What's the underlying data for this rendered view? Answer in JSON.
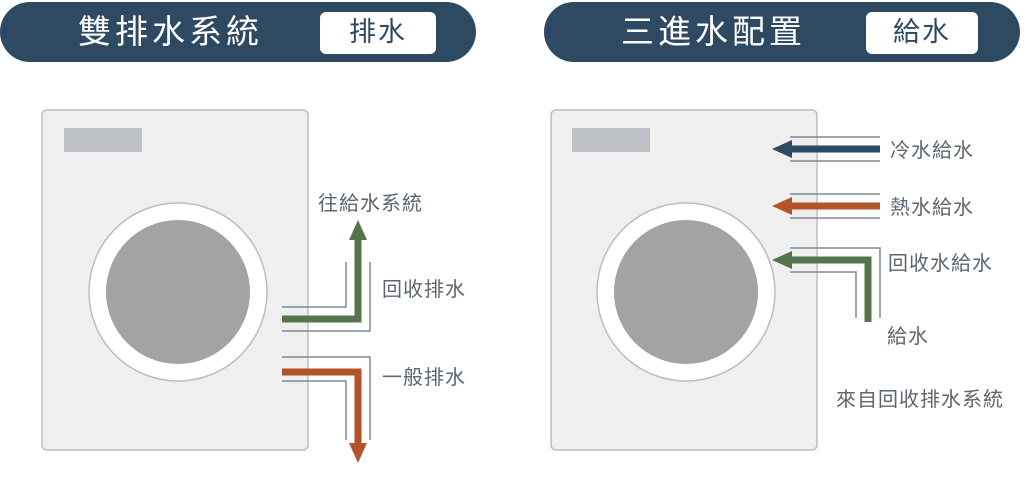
{
  "colors": {
    "header_bg": "#2e4a62",
    "machine_fill": "#efefef",
    "machine_stroke": "#bdbdbd",
    "panel": "#bcbfc3",
    "drum": "#a3a3a3",
    "pipe": "#7f8894",
    "label": "#5d6670",
    "green": "#56744b",
    "orange": "#b3532a",
    "navy": "#2e4a62"
  },
  "left": {
    "title": "雙排水系統",
    "tag": "排水",
    "labels": {
      "to_supply": "往給水系統",
      "recycled_drain": "回收排水",
      "general_drain": "一般排水"
    }
  },
  "right": {
    "title": "三進水配置",
    "tag": "給水",
    "labels": {
      "cold": "冷水給水",
      "hot": "熱水給水",
      "recycled": "回收水給水",
      "supply": "給水",
      "from_recycle": "來自回收排水系統"
    }
  }
}
